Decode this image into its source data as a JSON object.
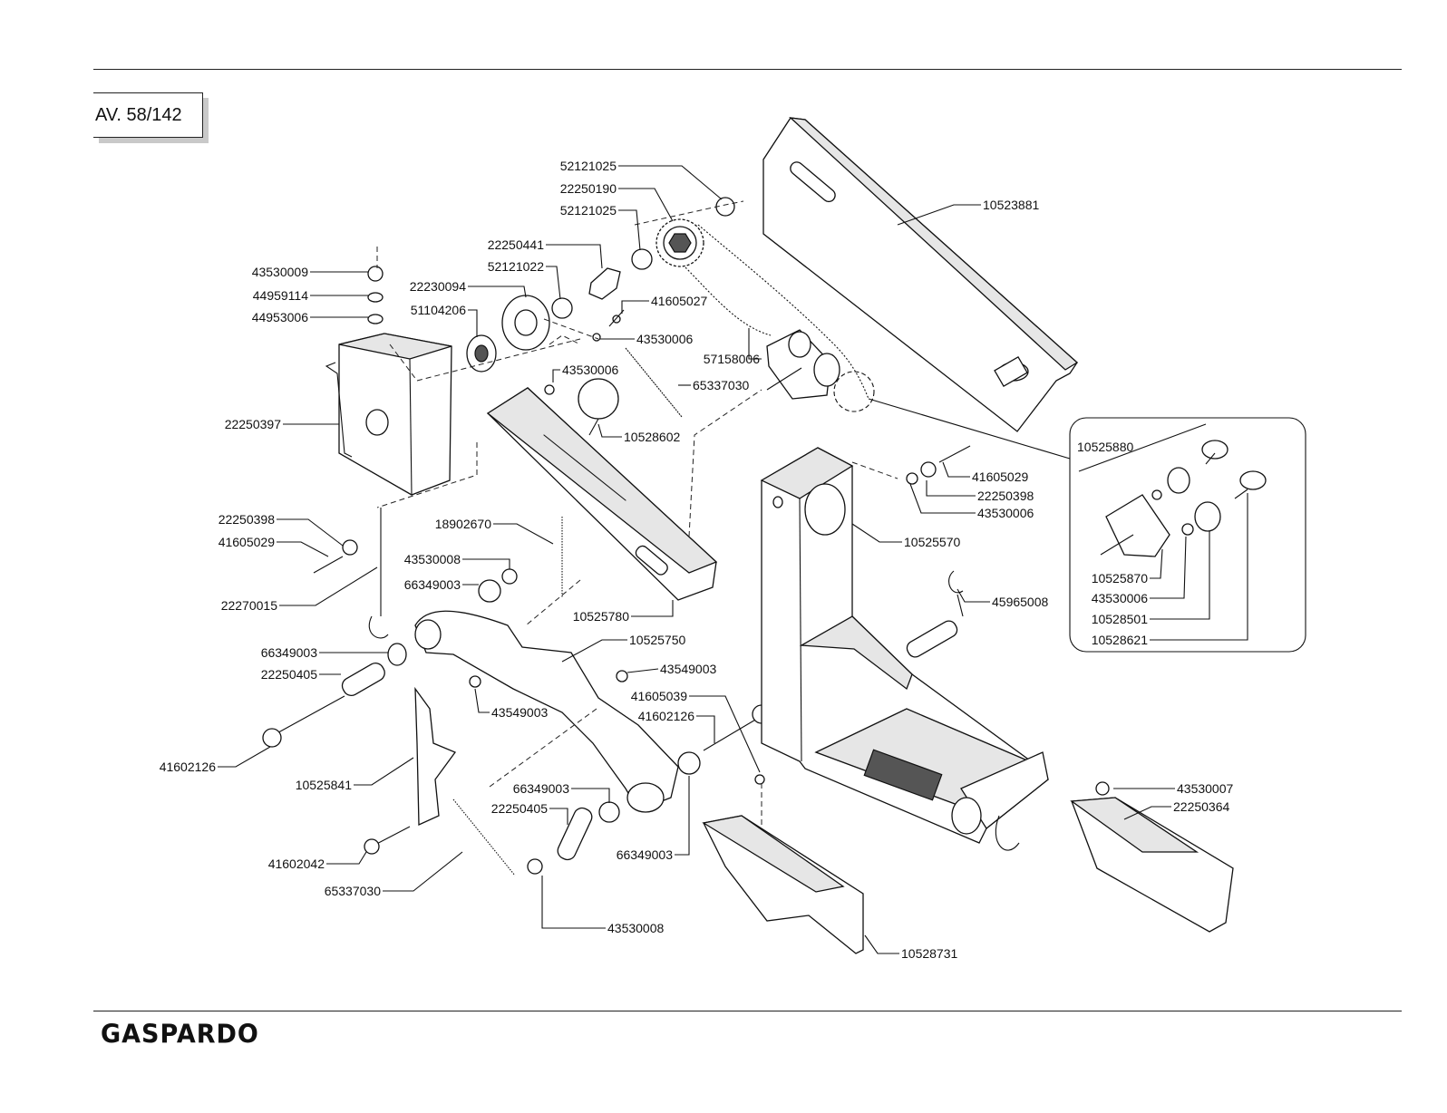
{
  "header": {
    "table_ref": "AV. 58/142"
  },
  "footer": {
    "brand": "GASPARDO"
  },
  "labels": [
    {
      "id": "l01",
      "text": "52121025"
    },
    {
      "id": "l02",
      "text": "22250190"
    },
    {
      "id": "l03",
      "text": "52121025"
    },
    {
      "id": "l04",
      "text": "10523881"
    },
    {
      "id": "l05",
      "text": "22250441"
    },
    {
      "id": "l06",
      "text": "52121022"
    },
    {
      "id": "l07",
      "text": "43530009"
    },
    {
      "id": "l08",
      "text": "22230094"
    },
    {
      "id": "l09",
      "text": "44959114"
    },
    {
      "id": "l10",
      "text": "51104206"
    },
    {
      "id": "l11",
      "text": "44953006"
    },
    {
      "id": "l12",
      "text": "41605027"
    },
    {
      "id": "l13",
      "text": "43530006"
    },
    {
      "id": "l14",
      "text": "57158006"
    },
    {
      "id": "l15",
      "text": "43530006"
    },
    {
      "id": "l16",
      "text": "65337030"
    },
    {
      "id": "l17",
      "text": "22250397"
    },
    {
      "id": "l18",
      "text": "10528602"
    },
    {
      "id": "l19",
      "text": "10525880"
    },
    {
      "id": "l20",
      "text": "41605029"
    },
    {
      "id": "l21",
      "text": "22250398"
    },
    {
      "id": "l22",
      "text": "43530006"
    },
    {
      "id": "l23",
      "text": "22250398"
    },
    {
      "id": "l24",
      "text": "18902670"
    },
    {
      "id": "l25",
      "text": "10525570"
    },
    {
      "id": "l26",
      "text": "41605029"
    },
    {
      "id": "l27",
      "text": "43530008"
    },
    {
      "id": "l28",
      "text": "66349003"
    },
    {
      "id": "l29",
      "text": "22270015"
    },
    {
      "id": "l30",
      "text": "10525870"
    },
    {
      "id": "l31",
      "text": "45965008"
    },
    {
      "id": "l32",
      "text": "43530006"
    },
    {
      "id": "l33",
      "text": "10525780"
    },
    {
      "id": "l34",
      "text": "10528501"
    },
    {
      "id": "l35",
      "text": "10528621"
    },
    {
      "id": "l36",
      "text": "66349003"
    },
    {
      "id": "l37",
      "text": "10525750"
    },
    {
      "id": "l38",
      "text": "22250405"
    },
    {
      "id": "l39",
      "text": "43549003"
    },
    {
      "id": "l40",
      "text": "41605039"
    },
    {
      "id": "l41",
      "text": "43549003"
    },
    {
      "id": "l42",
      "text": "41602126"
    },
    {
      "id": "l43",
      "text": "41602126"
    },
    {
      "id": "l44",
      "text": "10525841"
    },
    {
      "id": "l45",
      "text": "66349003"
    },
    {
      "id": "l46",
      "text": "43530007"
    },
    {
      "id": "l47",
      "text": "22250405"
    },
    {
      "id": "l48",
      "text": "22250364"
    },
    {
      "id": "l49",
      "text": "41602042"
    },
    {
      "id": "l50",
      "text": "66349003"
    },
    {
      "id": "l51",
      "text": "65337030"
    },
    {
      "id": "l52",
      "text": "43530008"
    },
    {
      "id": "l53",
      "text": "10528731"
    }
  ]
}
